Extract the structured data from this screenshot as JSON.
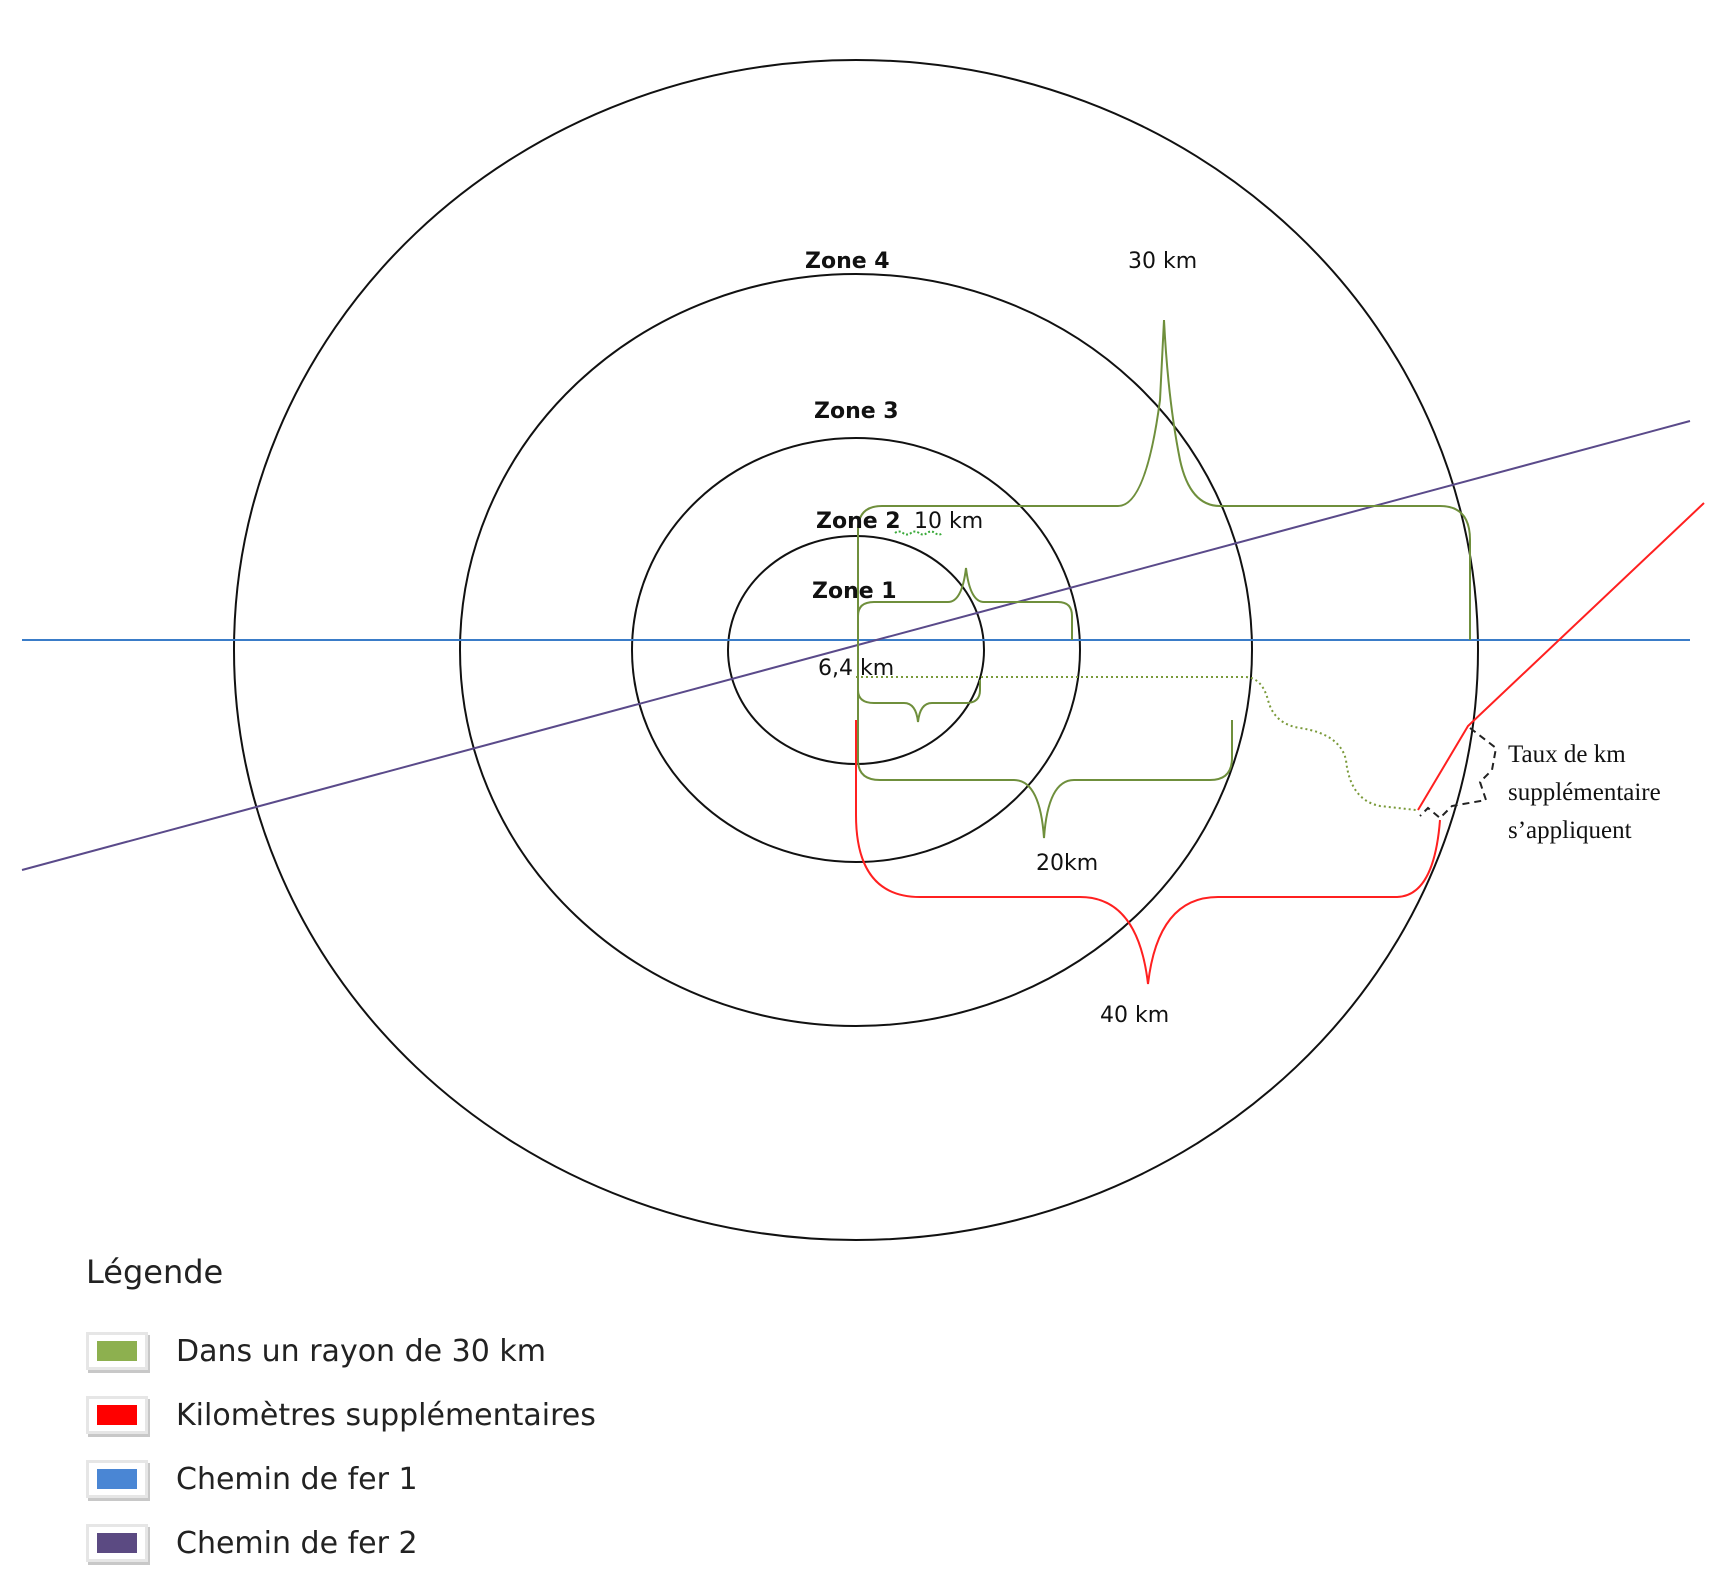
{
  "zones": [
    {
      "label": "Zone 1"
    },
    {
      "label": "Zone 2"
    },
    {
      "label": "Zone 3"
    },
    {
      "label": "Zone 4"
    }
  ],
  "distances": {
    "d6_4": "6,4 km",
    "d10": "10 km",
    "d20": "20km",
    "d30": "30 km",
    "d40": "40 km"
  },
  "annotation": {
    "line1": "Taux de km",
    "line2": "supplémentaire",
    "line3": "s’appliquent"
  },
  "legend": {
    "title": "Légende",
    "items": [
      {
        "label": "Dans un rayon de 30 km",
        "color": "#8db04f"
      },
      {
        "label": "Kilomètres supplémentaires",
        "color": "#ff0000"
      },
      {
        "label": "Chemin de fer 1",
        "color": "#4a86d4"
      },
      {
        "label": "Chemin de fer 2",
        "color": "#5b4a82"
      }
    ]
  },
  "colors": {
    "circle": "#111111",
    "within_30km": "#6f8f3c",
    "extra_km": "#ff2020",
    "railway_1": "#3a7cc8",
    "railway_2": "#5a4a8a"
  }
}
